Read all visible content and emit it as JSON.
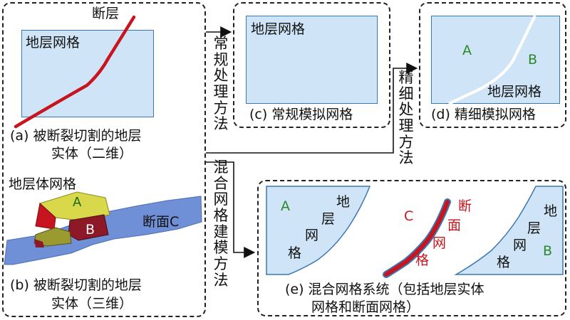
{
  "panel_a": {
    "fault_label": "断层",
    "grid_label": "地层网格",
    "caption_line1": "(a) 被断裂切割的地层",
    "caption_line2": "实体（二维）"
  },
  "panel_b": {
    "grid_label": "地层体网格",
    "block_a": "A",
    "block_b": "B",
    "section_label": "断面C",
    "caption_line1": "(b) 被断裂切割的地层",
    "caption_line2": "实体（三维）"
  },
  "panel_c": {
    "grid_label": "地层网格",
    "caption": "(c) 常规模拟网格"
  },
  "panel_d": {
    "label_a": "A",
    "label_b": "B",
    "grid_label": "地层网格",
    "caption": "(d) 精细模拟网格"
  },
  "panel_e": {
    "label_a": "A",
    "label_b": "B",
    "label_c": "C",
    "left_grid_chars": [
      "地",
      "层",
      "网",
      "格"
    ],
    "section_chars": [
      "断",
      "面",
      "网",
      "格"
    ],
    "right_grid_chars": [
      "地",
      "层",
      "网",
      "格"
    ],
    "caption_line1": "(e) 混合网格系统（包括地层实体",
    "caption_line2": "网格和断面网格）"
  },
  "arrows": {
    "conventional_chars": [
      "常",
      "规",
      "处",
      "理",
      "方",
      "法"
    ],
    "fine_chars": [
      "精",
      "细",
      "处",
      "理",
      "方",
      "法"
    ],
    "hybrid_chars": [
      "混",
      "合",
      "网",
      "格",
      "建",
      "模",
      "方",
      "法"
    ]
  },
  "colors": {
    "grid_fill": "#cfe5f7",
    "grid_border": "#3b77b3",
    "fault_red": "#c8141e",
    "label_green": "#2a8a2a",
    "label_red": "#c8141e",
    "section_blue": "#6f8fd6",
    "block_red": "#8c1828",
    "block_yellow": "#d8d84a"
  }
}
